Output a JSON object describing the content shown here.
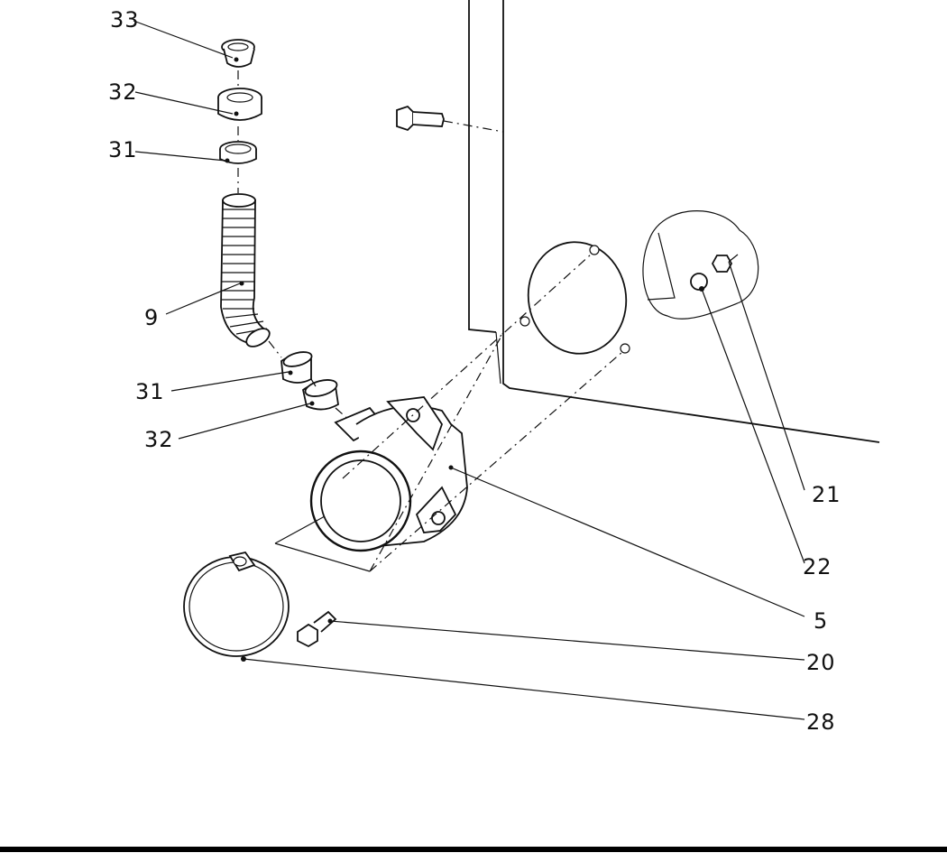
{
  "diagram": {
    "callouts": [
      {
        "id": "c33",
        "label": "33"
      },
      {
        "id": "c32a",
        "label": "32"
      },
      {
        "id": "c31a",
        "label": "31"
      },
      {
        "id": "c9",
        "label": "9"
      },
      {
        "id": "c31b",
        "label": "31"
      },
      {
        "id": "c32b",
        "label": "32"
      },
      {
        "id": "c21",
        "label": "21"
      },
      {
        "id": "c22",
        "label": "22"
      },
      {
        "id": "c5",
        "label": "5"
      },
      {
        "id": "c20",
        "label": "20"
      },
      {
        "id": "c28",
        "label": "28"
      }
    ]
  },
  "colors": {
    "ink": "#111111",
    "paper": "#ffffff"
  }
}
